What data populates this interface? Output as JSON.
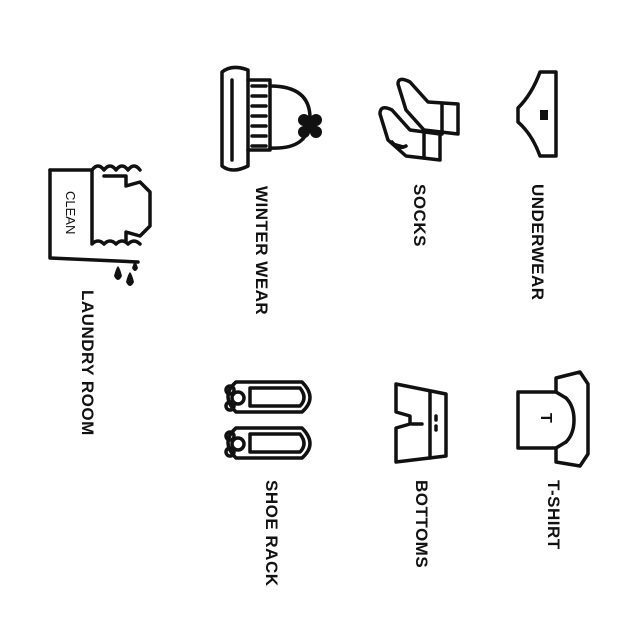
{
  "labels": {
    "laundry": "LAUNDRY ROOM",
    "winter": "WINTER WEAR",
    "socks": "SOCKS",
    "underwear": "UNDERWEAR",
    "shoes": "SHOE RACK",
    "bottoms": "BOTTOMS",
    "tshirt": "T-SHIRT",
    "clean": "CLEAN",
    "tshirt_letter": "T"
  },
  "colors": {
    "ink": "#111111",
    "background": "#ffffff"
  },
  "icons": [
    "laundry-basket-icon",
    "beanie-scarf-icon",
    "socks-icon",
    "underwear-icon",
    "slippers-icon",
    "shorts-icon",
    "tshirt-icon"
  ]
}
